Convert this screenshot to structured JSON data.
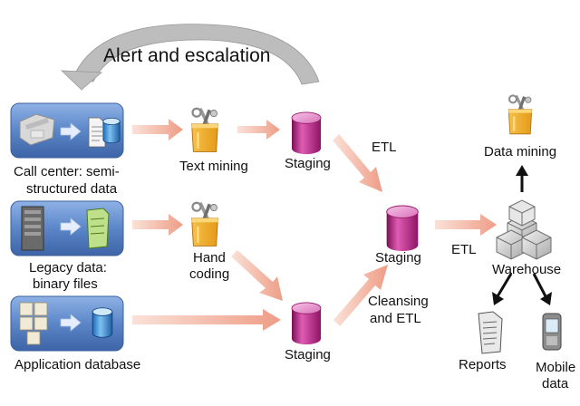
{
  "diagram": {
    "feedback_label": "Alert and escalation",
    "sources": [
      {
        "label_line1": "Call center: semi-",
        "label_line2": "structured data"
      },
      {
        "label_line1": "Legacy data:",
        "label_line2": "binary files"
      },
      {
        "label_line1": "Application database"
      }
    ],
    "processes": {
      "text_mining": "Text mining",
      "hand_coding_line1": "Hand",
      "hand_coding_line2": "coding",
      "data_mining": "Data mining"
    },
    "staging": {
      "top": "Staging",
      "bottom": "Staging",
      "central": "Staging"
    },
    "edges": {
      "etl_top": "ETL",
      "etl_right": "ETL",
      "cleansing_line1": "Cleansing",
      "cleansing_line2": "and ETL"
    },
    "warehouse": "Warehouse",
    "outputs": {
      "reports": "Reports",
      "mobile_line1": "Mobile",
      "mobile_line2": "data"
    },
    "colors": {
      "source_panel": "#5b86c8",
      "cylinder": "#b0207f",
      "flow_arrow": "#f3b3a2",
      "feedback_arrow": "#b3b3b3"
    }
  }
}
